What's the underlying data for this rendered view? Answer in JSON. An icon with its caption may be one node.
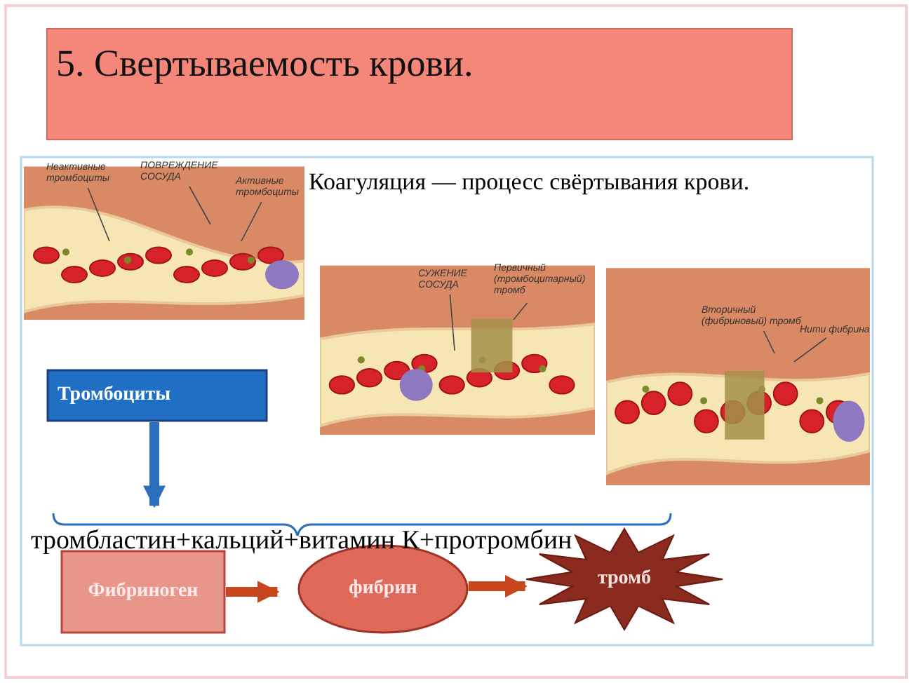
{
  "diagram": {
    "title": "5. Свертываемость крови.",
    "nodes": [
      {
        "text": [],
        "shape": "picture"
      },
      {
        "text": [
          "Неактивные тромбоциты"
        ],
        "in": 0
      },
      {
        "text": [
          "ПОВРЕЖДЕНИЕ СОСУДА"
        ],
        "in": 0
      },
      {
        "text": [
          "Активные тромбоциты"
        ],
        "in": 0
      },
      {
        "text": [],
        "shape": "picture"
      },
      {
        "text": [
          "СУЖЕНИЕ СОСУДА"
        ],
        "in": 4
      },
      {
        "text": [
          "Первичный (тромбоцитарный) тромб"
        ],
        "in": 4
      },
      {
        "text": [],
        "shape": "picture"
      },
      {
        "text": [
          "Вторичный (фибриновый) тромб"
        ],
        "in": 7
      },
      {
        "text": [
          "Нити фибрина"
        ],
        "in": 7
      },
      {
        "text": [
          "Тромбоциты"
        ]
      },
      {
        "text": [
          "тромбластин+кальций+витамин К+протромбин"
        ]
      },
      {
        "text": [
          "Фибриноген"
        ]
      },
      {
        "text": [
          "фибрин"
        ]
      },
      {
        "text": [
          "тромб"
        ]
      }
    ],
    "edges": [
      {
        "from": 1,
        "to": null,
        "arrow": "none"
      },
      {
        "from": 2,
        "to": null,
        "arrow": "none"
      },
      {
        "from": 3,
        "to": null,
        "arrow": "none"
      },
      {
        "from": 5,
        "to": null,
        "arrow": "none"
      },
      {
        "from": 6,
        "to": null,
        "arrow": "none"
      },
      {
        "from": 8,
        "to": null,
        "arrow": "none"
      },
      {
        "from": 9,
        "to": null,
        "arrow": "none"
      },
      {
        "from": 10,
        "to": 11,
        "arrow": "to",
        "style": "thick",
        "color": "#2a6ebd"
      },
      {
        "from": 12,
        "to": 13,
        "arrow": "to",
        "style": "thick",
        "color": "#c8461e"
      },
      {
        "from": 13,
        "to": 14,
        "arrow": "to",
        "style": "thick",
        "color": "#c8461e"
      }
    ],
    "labels": [
      "Коагуляция — процесс свёртывания крови."
    ]
  }
}
